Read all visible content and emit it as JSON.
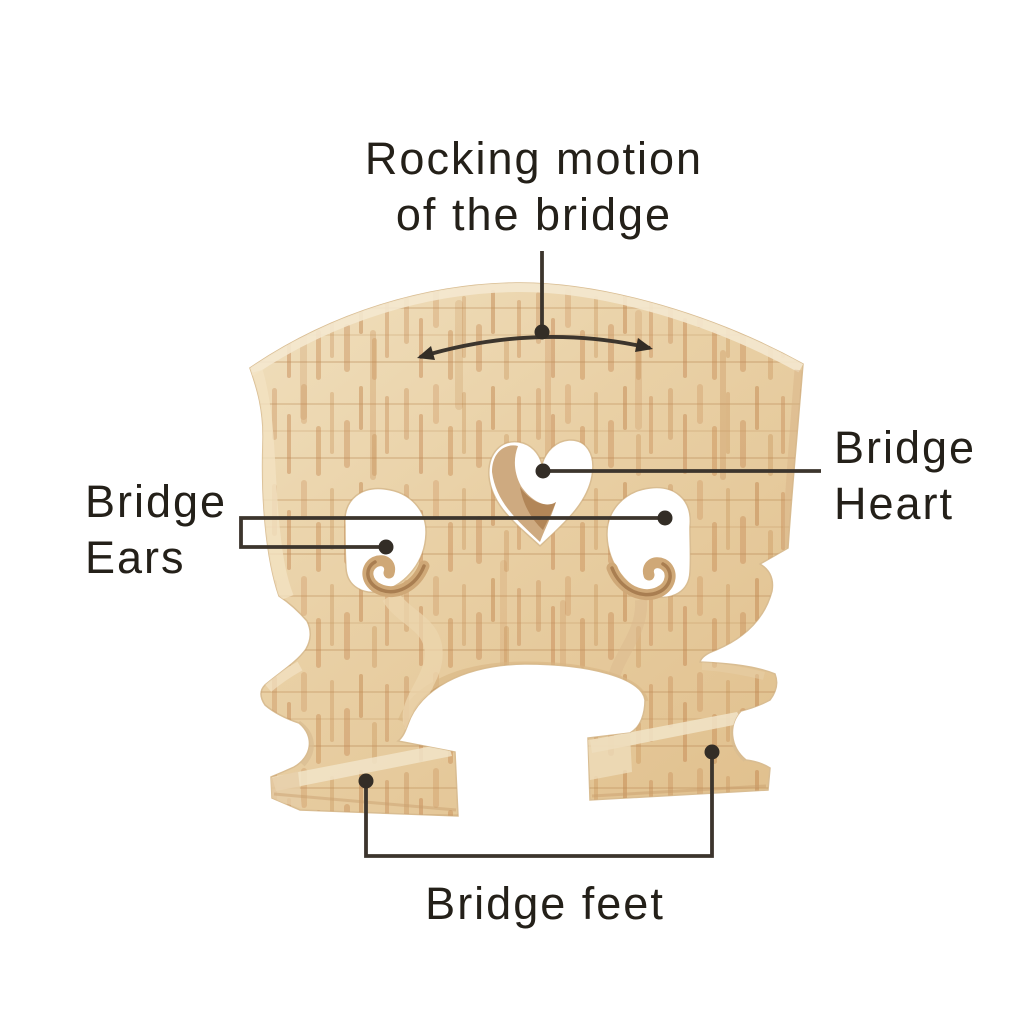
{
  "figure": {
    "subject": "Violin bridge parts diagram",
    "background_color": "#ffffff",
    "text_color": "#242019",
    "leader_line_color": "#3c352d",
    "wood_colors": {
      "base_light": "#efddba",
      "base_mid": "#e8cfa4",
      "base_dark": "#e2c291",
      "streak": "#c08048",
      "growth_line": "#b5824f",
      "bevel_highlight": "#f4e8cf",
      "cut_wall": "#c9a172",
      "cut_wall_dark": "#a87a4b"
    },
    "icons": {
      "rocking_arrow": "curved-double-headed-arrow",
      "pointer": "filled-circle-dot",
      "ears_connector": "bracket-polyline",
      "feet_connector": "bracket-polyline"
    }
  },
  "labels": {
    "rocking": {
      "lines": [
        "Rocking motion",
        "of the bridge"
      ]
    },
    "heart": {
      "lines": [
        "Bridge",
        "Heart"
      ]
    },
    "ears": {
      "lines": [
        "Bridge",
        "Ears"
      ]
    },
    "feet": {
      "text": "Bridge feet"
    }
  }
}
